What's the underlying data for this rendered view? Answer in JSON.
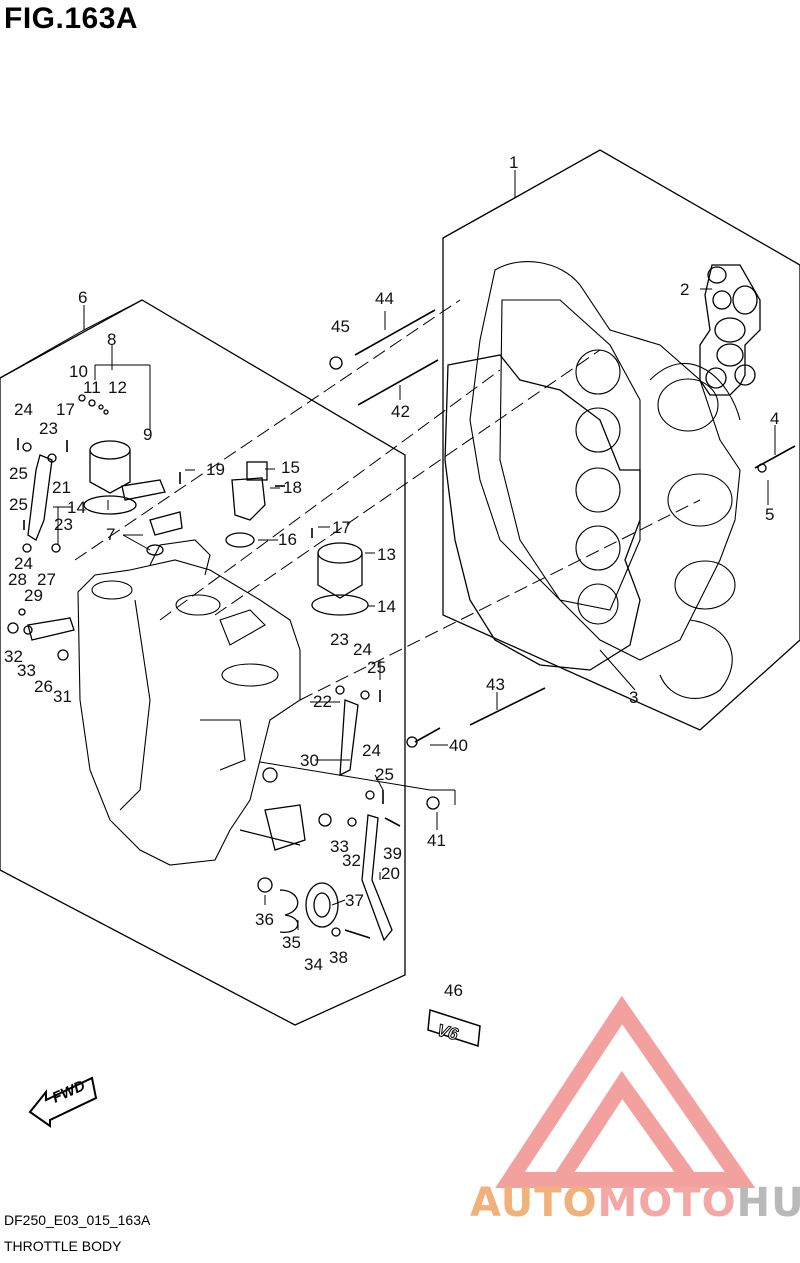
{
  "figure": {
    "title": "FIG.163A",
    "code": "DF250_E03_015_163A",
    "name": "THROTTLE BODY"
  },
  "direction_marker": "FWD",
  "badge_text": "V6",
  "watermark": {
    "part1": "AUTO",
    "part2": "MOTO",
    "part3": "HUB",
    "colors": {
      "auto": "#f0b27a",
      "moto": "#f3a8a5",
      "hub": "#b9b9b9",
      "logo": "#f08a86"
    }
  },
  "callouts": [
    "1",
    "2",
    "3",
    "4",
    "5",
    "6",
    "7",
    "8",
    "9",
    "10",
    "11",
    "12",
    "13",
    "14",
    "14",
    "15",
    "16",
    "17",
    "17",
    "18",
    "19",
    "20",
    "21",
    "22",
    "23",
    "23",
    "23",
    "24",
    "24",
    "24",
    "24",
    "25",
    "25",
    "25",
    "25",
    "26",
    "27",
    "28",
    "29",
    "30",
    "31",
    "32",
    "32",
    "33",
    "33",
    "34",
    "35",
    "36",
    "37",
    "38",
    "39",
    "40",
    "41",
    "42",
    "43",
    "44",
    "45",
    "46"
  ]
}
